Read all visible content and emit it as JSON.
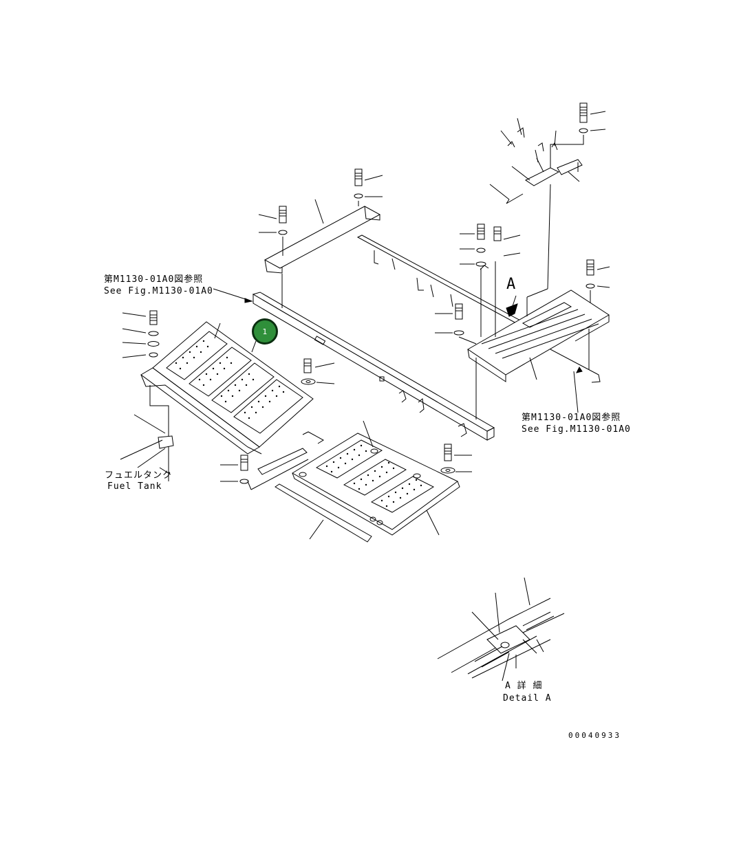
{
  "diagram": {
    "labels": {
      "ref_top_left_jp": "第M1130-01A0図参照",
      "ref_top_left_en": "See Fig.M1130-01A0",
      "ref_right_jp": "第M1130-01A0図参照",
      "ref_right_en": "See Fig.M1130-01A0",
      "fuel_tank_jp": "フュエルタンク",
      "fuel_tank_en": "Fuel Tank",
      "view_arrow_letter": "A",
      "detail_jp": "A 詳 細",
      "detail_en": "Detail A",
      "drawing_number": "00040933"
    },
    "callouts": [
      {
        "number": "1",
        "color": "#2f8f3a"
      }
    ]
  }
}
